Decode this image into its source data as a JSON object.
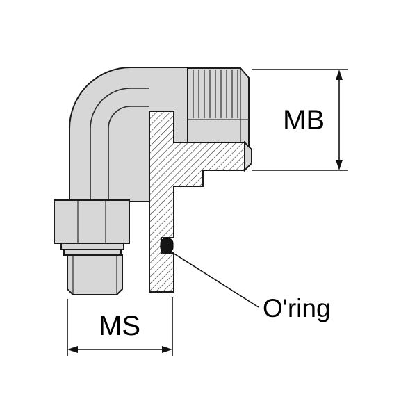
{
  "figure": {
    "labels": {
      "dimension_mb": "MB",
      "dimension_ms": "MS",
      "oring_callout": "O'ring"
    },
    "colors": {
      "metal": "#d7d7d7",
      "outline": "#1a1a1a",
      "background": "#ffffff",
      "oring": "#151515",
      "hatch_line": "#2f2f2f"
    }
  }
}
